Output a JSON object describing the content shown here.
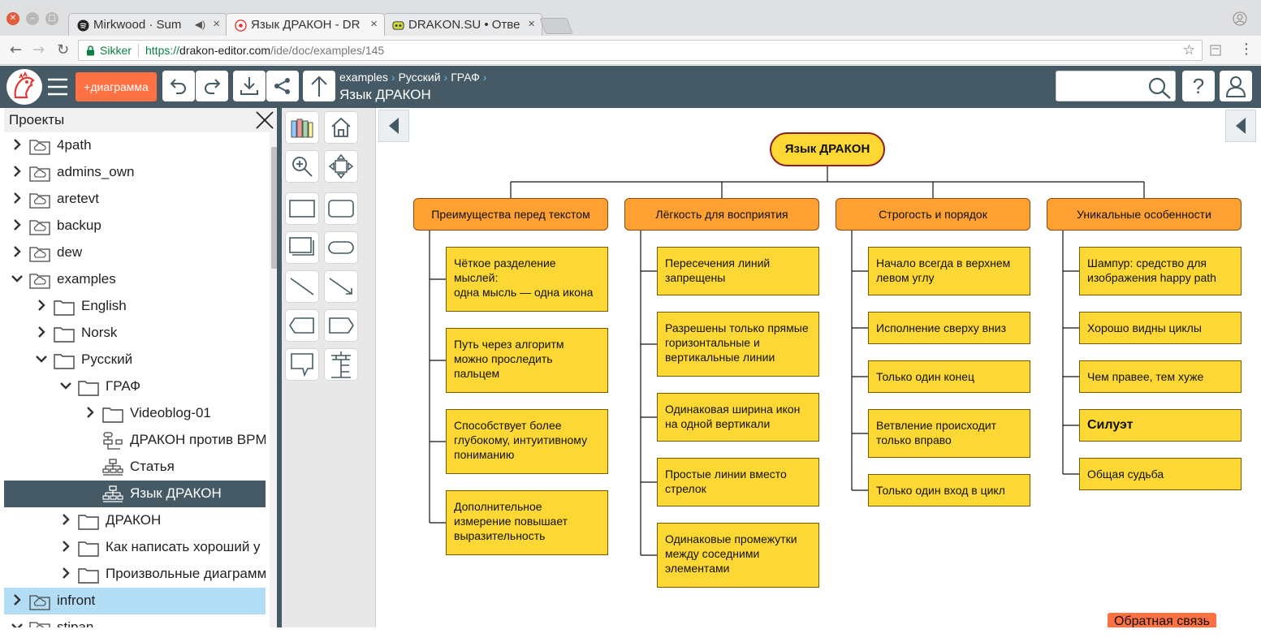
{
  "browser": {
    "tabs": [
      {
        "title": "Mirkwood · Sum",
        "active": false
      },
      {
        "title": "Язык ДРАКОН - DR",
        "active": true
      },
      {
        "title": "DRAKON.SU • Отве",
        "active": false
      }
    ],
    "secure_label": "Sikker",
    "url_scheme": "https://",
    "url_host": "drakon-editor.com",
    "url_path": "/ide/doc/examples/145"
  },
  "app": {
    "new_diagram_label": "+диаграмма",
    "breadcrumb": [
      "examples",
      "Русский",
      "ГРАФ"
    ],
    "doc_title": "Язык ДРАКОН",
    "search": {
      "placeholder": ""
    },
    "accent": "#455a64",
    "button_color": "#ff7043"
  },
  "sidebar": {
    "title": "Проекты",
    "items": [
      {
        "label": "4path",
        "depth": 0,
        "expanded": false,
        "type": "project"
      },
      {
        "label": "admins_own",
        "depth": 0,
        "expanded": false,
        "type": "project"
      },
      {
        "label": "aretevt",
        "depth": 0,
        "expanded": false,
        "type": "project"
      },
      {
        "label": "backup",
        "depth": 0,
        "expanded": false,
        "type": "project"
      },
      {
        "label": "dew",
        "depth": 0,
        "expanded": false,
        "type": "project"
      },
      {
        "label": "examples",
        "depth": 0,
        "expanded": true,
        "type": "project"
      },
      {
        "label": "English",
        "depth": 1,
        "expanded": false,
        "type": "folder"
      },
      {
        "label": "Norsk",
        "depth": 1,
        "expanded": false,
        "type": "folder"
      },
      {
        "label": "Русский",
        "depth": 1,
        "expanded": true,
        "type": "folder"
      },
      {
        "label": "ГРАФ",
        "depth": 2,
        "expanded": true,
        "type": "folder"
      },
      {
        "label": "Videoblog-01",
        "depth": 3,
        "expanded": false,
        "type": "folder"
      },
      {
        "label": "ДРАКОН против BPM",
        "depth": 3,
        "type": "drakon"
      },
      {
        "label": "Статья",
        "depth": 3,
        "type": "graph"
      },
      {
        "label": "Язык ДРАКОН",
        "depth": 3,
        "type": "graph",
        "selected": true
      },
      {
        "label": "ДРАКОН",
        "depth": 2,
        "expanded": false,
        "type": "folder"
      },
      {
        "label": "Как написать хороший у",
        "depth": 2,
        "expanded": false,
        "type": "folder"
      },
      {
        "label": "Произвольные диаграмм",
        "depth": 2,
        "expanded": false,
        "type": "folder"
      },
      {
        "label": "infront",
        "depth": 0,
        "expanded": false,
        "type": "project",
        "hover": true
      },
      {
        "label": "stipan",
        "depth": 0,
        "expanded": true,
        "type": "project"
      }
    ]
  },
  "palette": {
    "tools": [
      "colors-icon",
      "home-icon",
      "zoom-icon",
      "pan-icon",
      "rect-icon",
      "round-rect-icon",
      "stacked-rect-icon",
      "pill-icon",
      "line-icon",
      "arrow-icon",
      "left-tag-icon",
      "right-tag-icon",
      "callout-icon",
      "tree-icon"
    ]
  },
  "diagram": {
    "root": "Язык ДРАКОН",
    "columns": [
      {
        "header": "Преимущества перед текстом",
        "items": [
          {
            "text": "Чёткое разделение мыслей:\nодна мысль — одна икона"
          },
          {
            "text": "Путь через алгоритм можно проследить пальцем"
          },
          {
            "text": "Способствует более глубокому, интуитивному пониманию"
          },
          {
            "text": "Дополнительное измерение повышает выразительность"
          }
        ]
      },
      {
        "header": "Лёгкость для восприятия",
        "items": [
          {
            "text": "Пересечения линий запрещены"
          },
          {
            "text": "Разрешены только прямые горизонтальные и вертикальные линии"
          },
          {
            "text": "Одинаковая ширина икон на одной вертикали"
          },
          {
            "text": "Простые линии вместо стрелок"
          },
          {
            "text": "Одинаковые промежутки между соседними элементами"
          }
        ]
      },
      {
        "header": "Строгость и порядок",
        "items": [
          {
            "text": "Начало всегда в верхнем левом углу"
          },
          {
            "text": "Исполнение сверху вниз"
          },
          {
            "text": "Только один конец"
          },
          {
            "text": "Ветвление происходит только вправо"
          },
          {
            "text": "Только один вход в цикл"
          }
        ]
      },
      {
        "header": "Уникальные особенности",
        "items": [
          {
            "text": "Шампур: средство для изображения happy path"
          },
          {
            "text": "Хорошо видны циклы"
          },
          {
            "text": "Чем правее, тем хуже"
          },
          {
            "text": "Силуэт",
            "bold": true
          },
          {
            "text": "Общая судьба"
          }
        ]
      }
    ],
    "colors": {
      "root": "#fdd835",
      "header": "#ffa033",
      "leaf": "#fdd835"
    }
  },
  "feedback_label": "Обратная связь"
}
